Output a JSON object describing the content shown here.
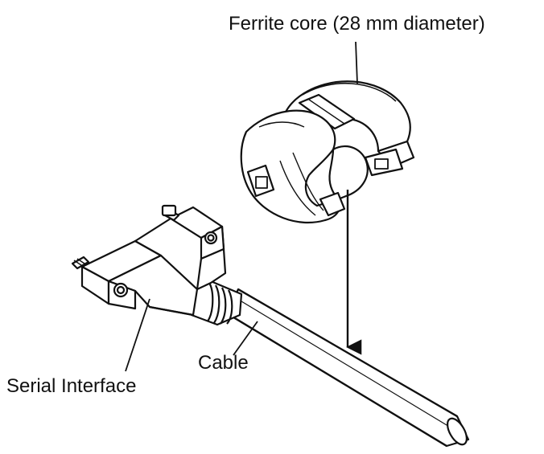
{
  "labels": {
    "ferrite_core": "Ferrite core (28 mm diameter)",
    "cable": "Cable",
    "serial_interface": "Serial Interface"
  },
  "colors": {
    "ink": "#111111",
    "paper": "#ffffff",
    "shade": "#d4d4d4"
  }
}
